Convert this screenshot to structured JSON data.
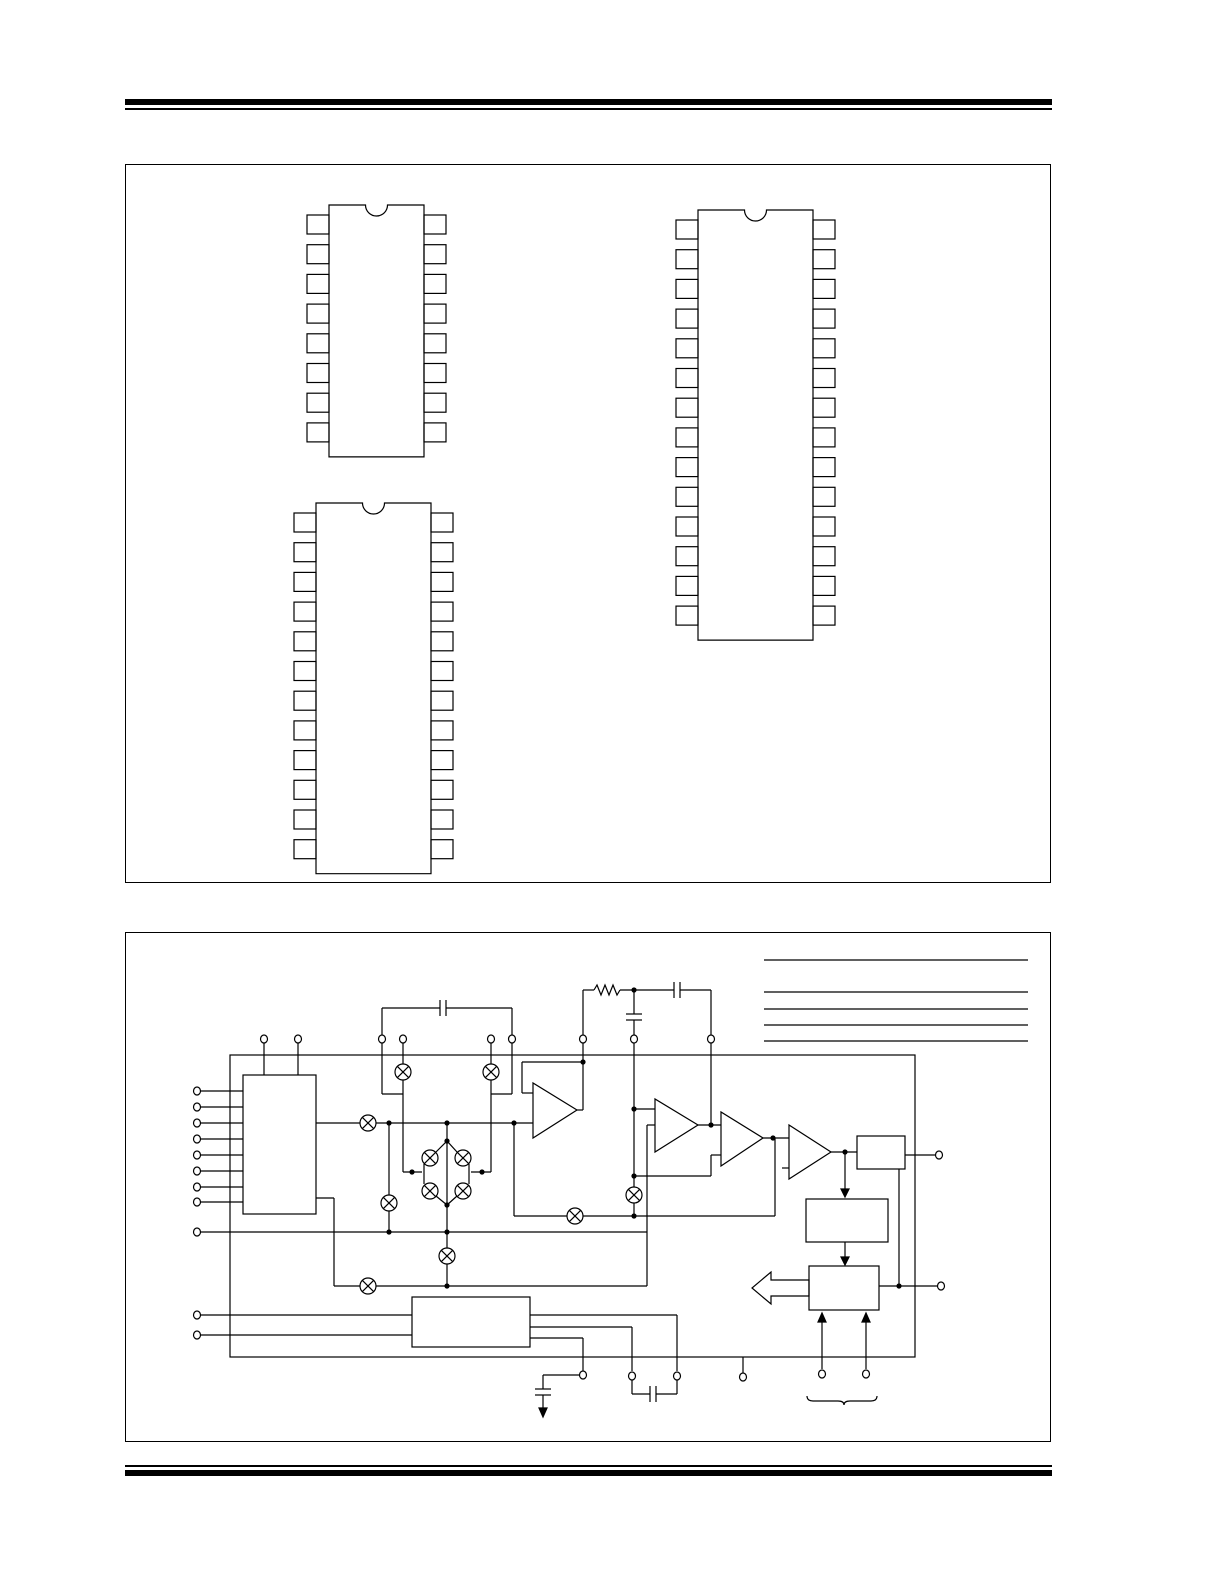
{
  "page": {
    "header_rules": 2,
    "footer_rules": 2
  },
  "pinout_panel": {
    "packages": [
      {
        "pins_per_side": 8
      },
      {
        "pins_per_side": 12
      },
      {
        "pins_per_side": 14
      }
    ]
  },
  "block_diagram_panel": {
    "legend_lines": 5
  }
}
